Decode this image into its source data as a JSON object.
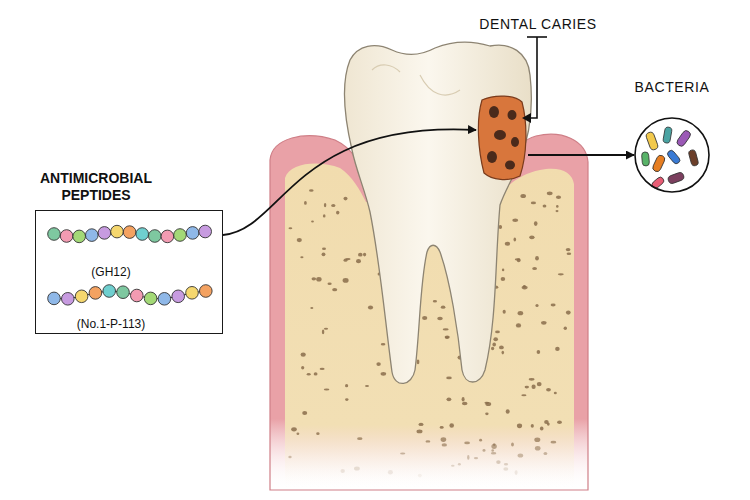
{
  "diagram": {
    "nodes": [
      {
        "text": [
          "ANTIMICROBIAL PEPTIDES",
          "(GH12)",
          "(No.1-P-113)"
        ]
      },
      {
        "text": [
          "DENTAL CARIES"
        ]
      },
      {
        "text": [
          "BACTERIA"
        ]
      }
    ],
    "edges": [
      {
        "from": 0,
        "to": 1,
        "arrow": "to"
      },
      {
        "from": 1,
        "to": 2,
        "arrow": "to"
      }
    ]
  }
}
